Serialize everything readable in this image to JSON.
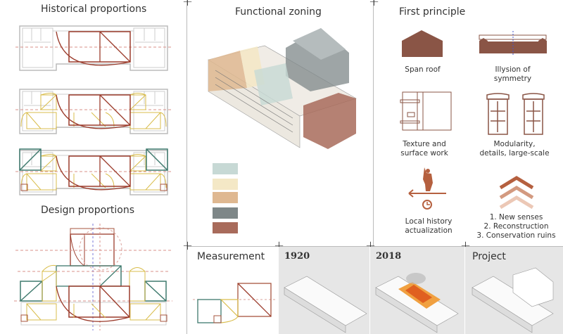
{
  "left": {
    "title_historical": "Historical proportions",
    "title_design": "Design proportions"
  },
  "middle": {
    "title": "Functional zoning",
    "legend_colors": [
      "#c7d9d5",
      "#f4e8c6",
      "#dfb891",
      "#7e8788",
      "#a86b5b"
    ]
  },
  "right": {
    "title": "First principle",
    "items": [
      {
        "icon": "span-roof-icon",
        "label": "Span roof"
      },
      {
        "icon": "symmetry-icon",
        "label": "Illysion of symmetry"
      },
      {
        "icon": "texture-facade-icon",
        "label": "Texture and surface work"
      },
      {
        "icon": "windows-icon",
        "label": "Modularity, details, large-scale"
      },
      {
        "icon": "history-figure-icon",
        "label": "Local history actualization"
      },
      {
        "icon": "chevrons-icon",
        "label": "1. New senses",
        "label2": "2. Reconstruction",
        "label3": "3. Conservation ruins"
      }
    ]
  },
  "bottom": {
    "measurement": "Measurement",
    "y1920": "1920",
    "y2018": "2018",
    "project": "Project"
  },
  "colors": {
    "brown": "#8a5546",
    "red_line": "#9b3b2b",
    "yellow": "#d9bd4c",
    "teal": "#3f7a6e",
    "gray_bg": "#e6e6e6"
  }
}
